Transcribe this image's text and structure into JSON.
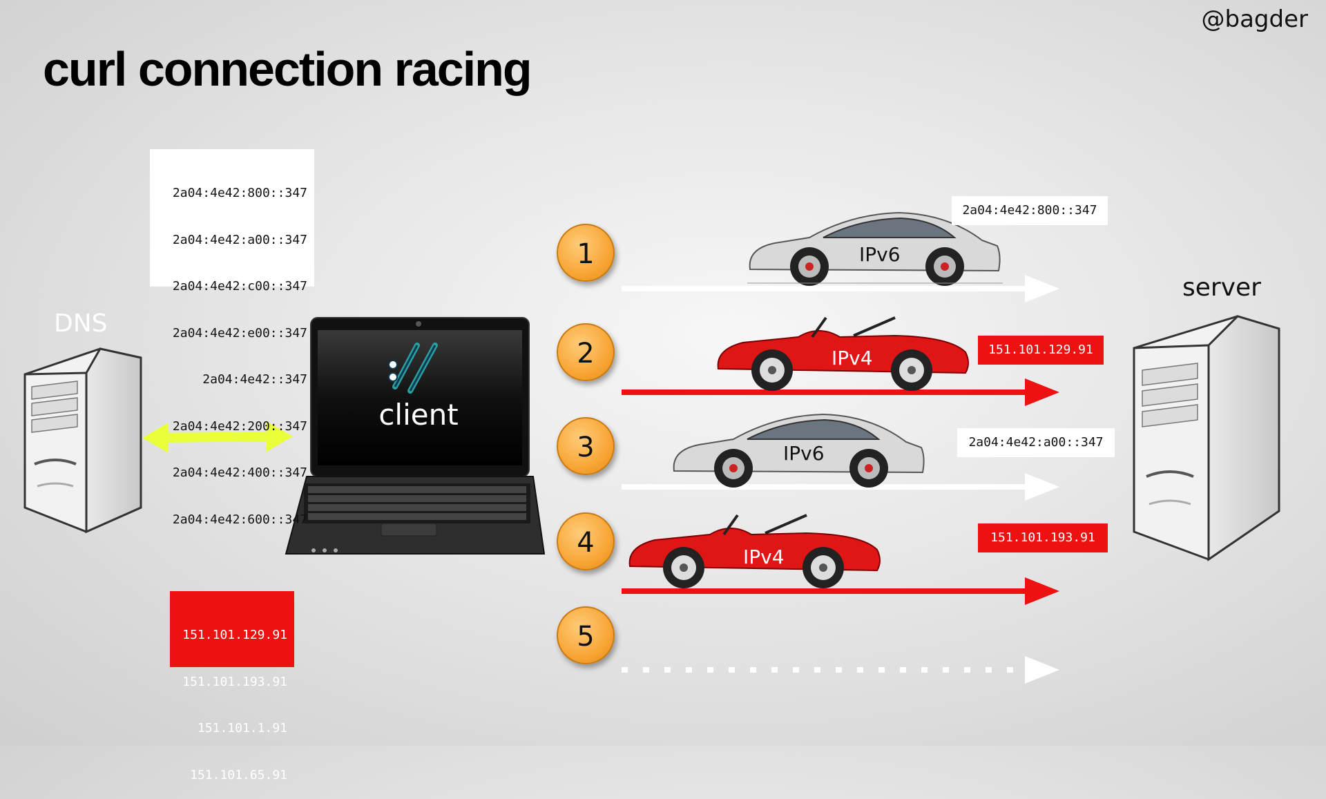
{
  "handle": "@bagder",
  "title": "curl connection racing",
  "labels": {
    "dns": "DNS",
    "server": "server",
    "client": "client"
  },
  "ipv6_list": [
    "2a04:4e42:800::347",
    "2a04:4e42:a00::347",
    "2a04:4e42:c00::347",
    "2a04:4e42:e00::347",
    "2a04:4e42::347",
    "2a04:4e42:200::347",
    "2a04:4e42:400::347",
    "2a04:4e42:600::347"
  ],
  "ipv4_list": [
    "151.101.129.91",
    "151.101.193.91",
    "151.101.1.91",
    "151.101.65.91"
  ],
  "races": [
    {
      "number": "1",
      "car": "IPv6",
      "address": "2a04:4e42:800::347",
      "style": "white"
    },
    {
      "number": "2",
      "car": "IPv4",
      "address": "151.101.129.91",
      "style": "red"
    },
    {
      "number": "3",
      "car": "IPv6",
      "address": "2a04:4e42:a00::347",
      "style": "white"
    },
    {
      "number": "4",
      "car": "IPv4",
      "address": "151.101.193.91",
      "style": "red"
    },
    {
      "number": "5",
      "style": "dotted"
    }
  ],
  "colors": {
    "red": "#ee1111",
    "orange": "#f8a636",
    "yellow_arrow": "#e8ff3a",
    "silver": "#d9d9d9"
  }
}
